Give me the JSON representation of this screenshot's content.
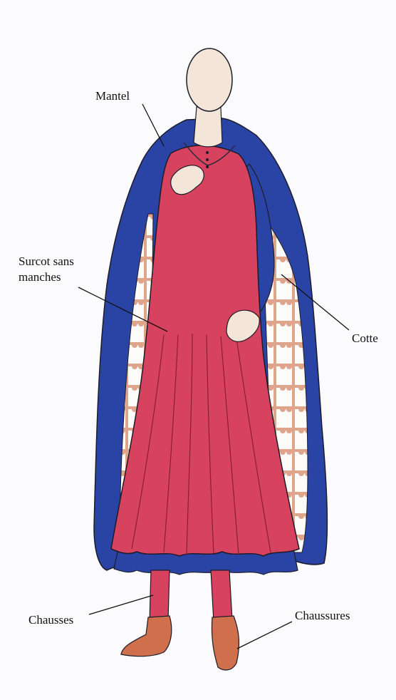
{
  "labels": {
    "mantel": "Mantel",
    "surcot_line1": "Surcot sans",
    "surcot_line2": "manches",
    "cotte": "Cotte",
    "chausses": "Chausses",
    "chaussures": "Chaussures"
  },
  "colors": {
    "background": "#fbfbfd",
    "mantle_blue": "#2a44a6",
    "surcot_red": "#d7425e",
    "skin": "#f3e6d8",
    "lining_pattern": "#dfa58c",
    "shoes": "#cf6f4b",
    "outline": "#1c1c28"
  }
}
